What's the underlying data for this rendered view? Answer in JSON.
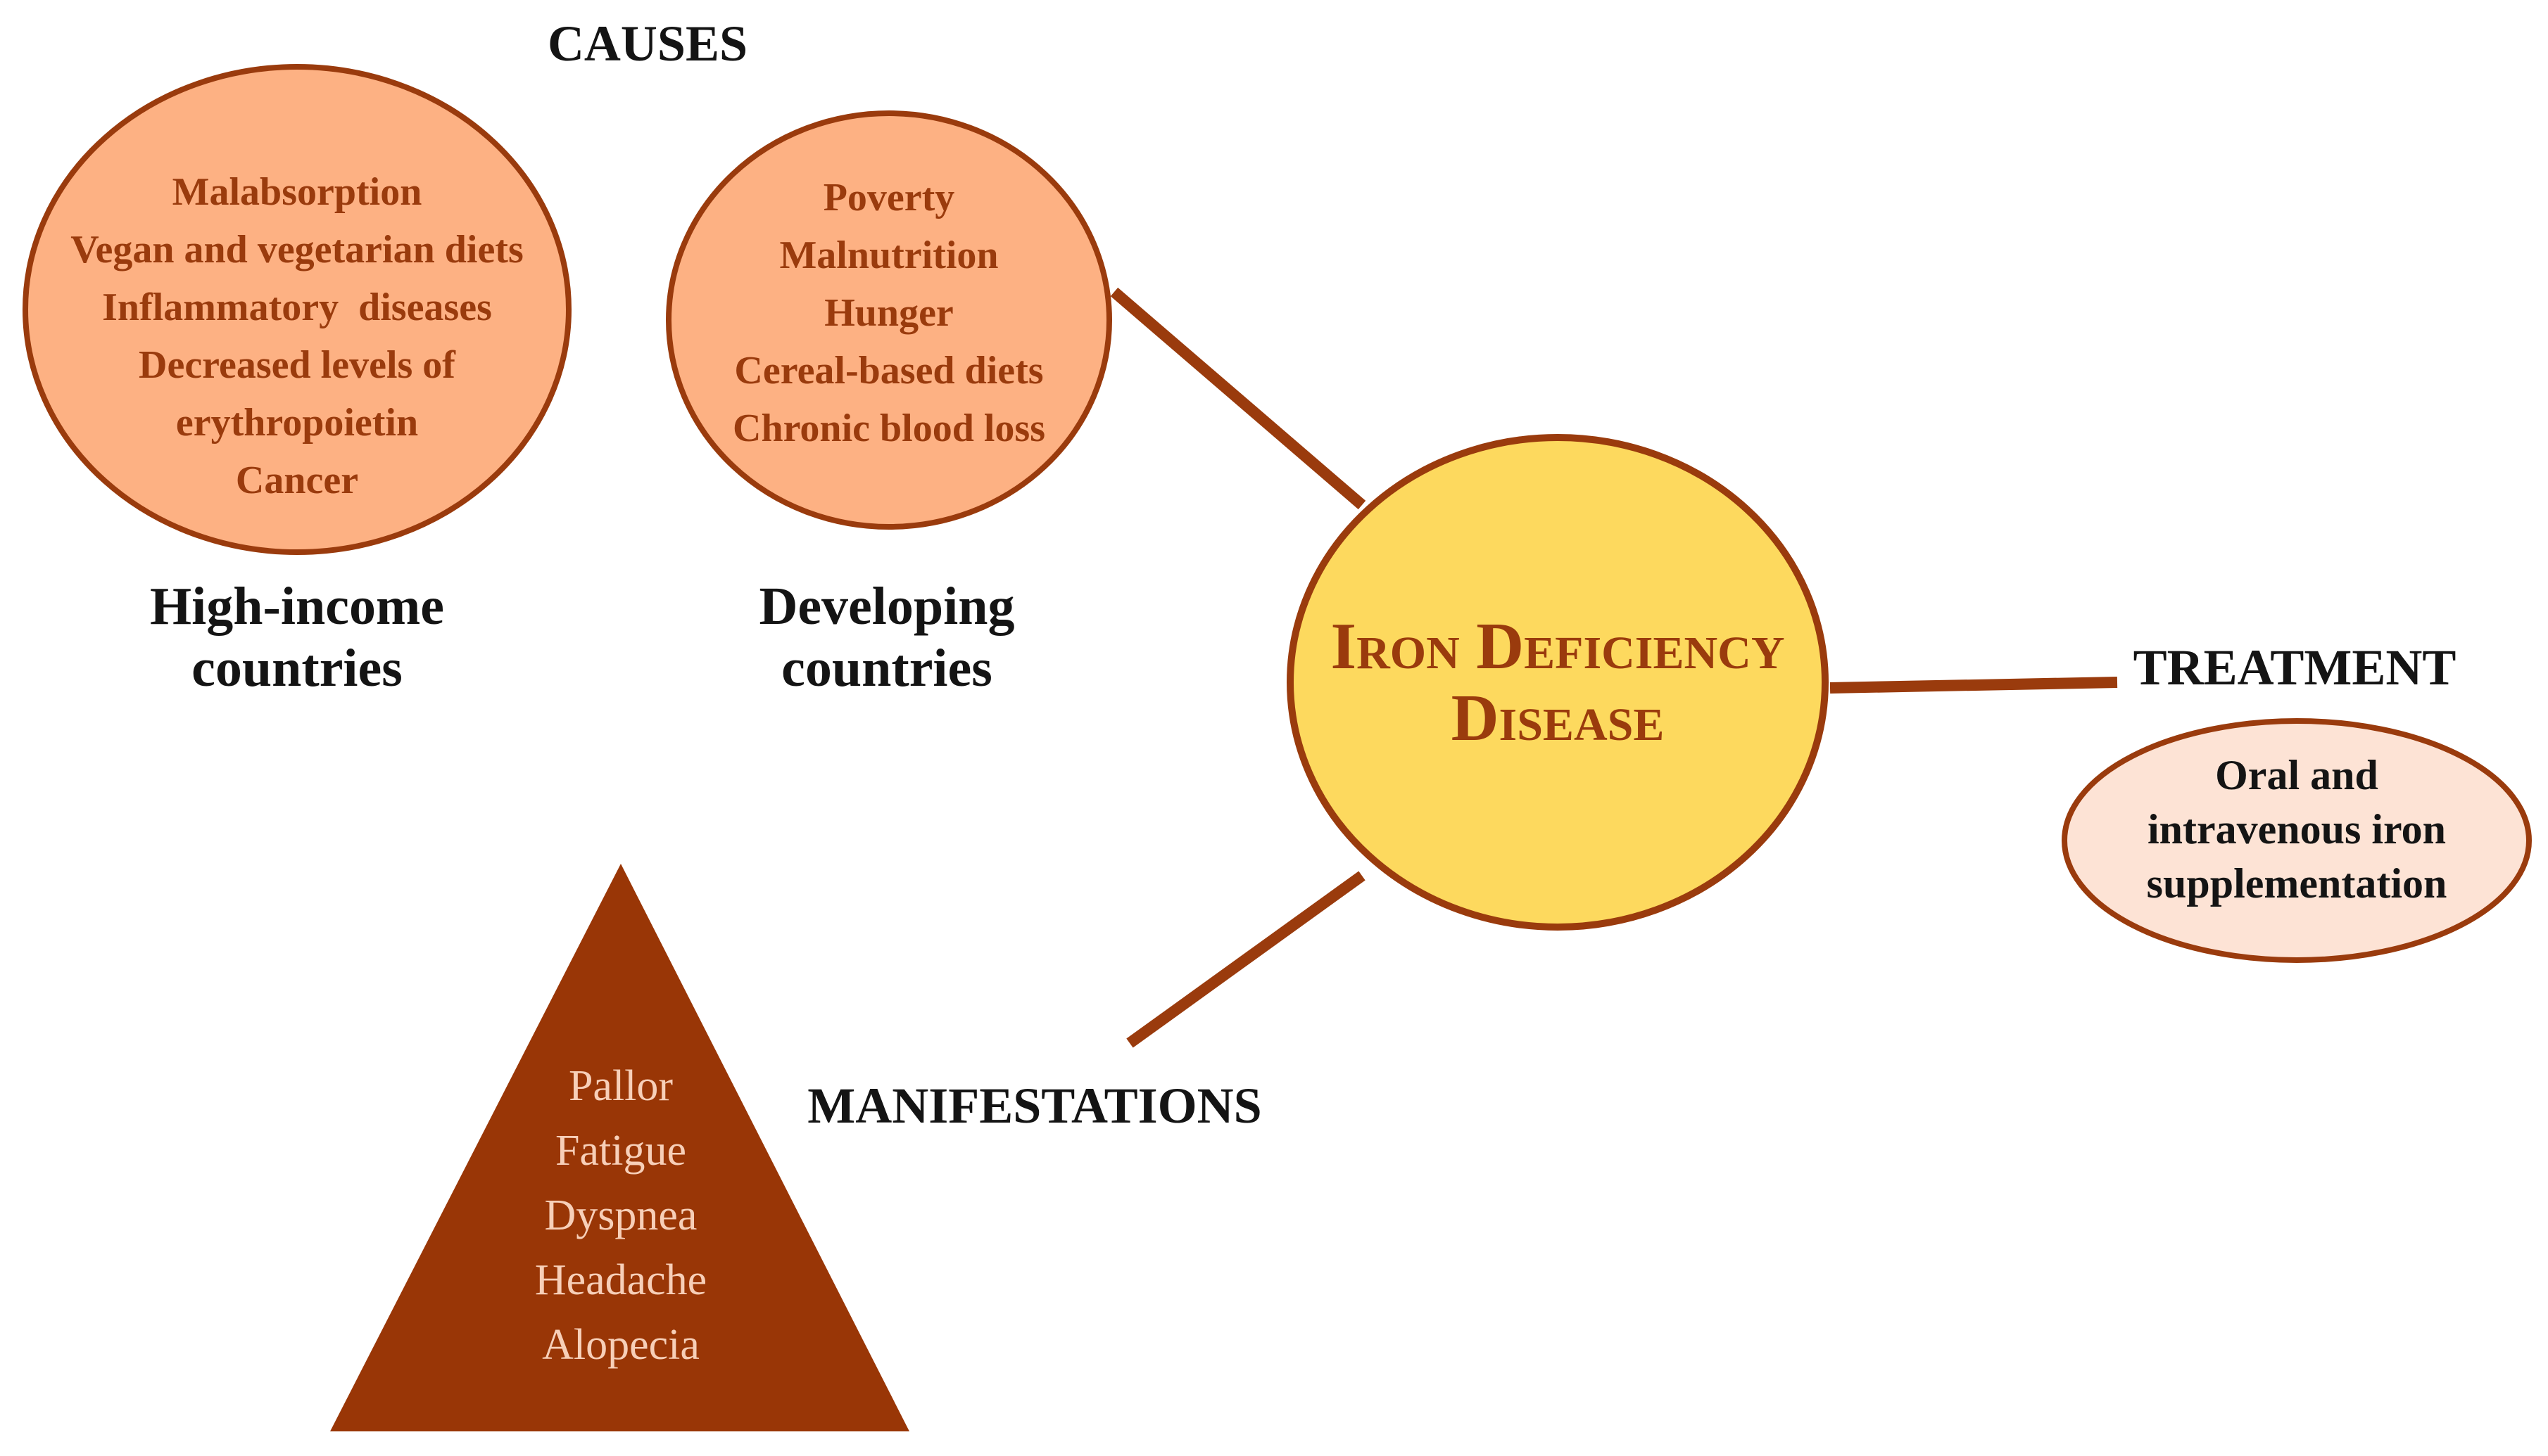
{
  "colors": {
    "connector": "#9a3b0d",
    "outline": "#9a3b0d",
    "cause_fill": "#fdb183",
    "center_fill": "#fdd95e",
    "treatment_fill": "#fde3d5",
    "triangle_fill": "#993606",
    "cause_text": "#9a3b0d",
    "symptom_text": "#f7cfb8",
    "heading_text": "#141414"
  },
  "headings": {
    "causes": "CAUSES",
    "manifestations": "MANIFESTATIONS",
    "treatment": "TREATMENT"
  },
  "center": {
    "line1": "Iron Deficiency",
    "line2": "Disease"
  },
  "high_income": {
    "label_line1": "High-income",
    "label_line2": "countries",
    "items": [
      "Malabsorption",
      "Vegan and vegetarian diets",
      "Inflammatory  diseases",
      "Decreased levels of",
      "erythropoietin",
      "Cancer"
    ]
  },
  "developing": {
    "label_line1": "Developing",
    "label_line2": "countries",
    "items": [
      "Poverty",
      "Malnutrition",
      "Hunger",
      "Cereal-based diets",
      "Chronic blood loss"
    ]
  },
  "manifestations": {
    "items": [
      "Pallor",
      "Fatigue",
      "Dyspnea",
      "Headache",
      "Alopecia"
    ]
  },
  "treatment": {
    "line1": "Oral and",
    "line2": "intravenous iron",
    "line3": "supplementation"
  }
}
